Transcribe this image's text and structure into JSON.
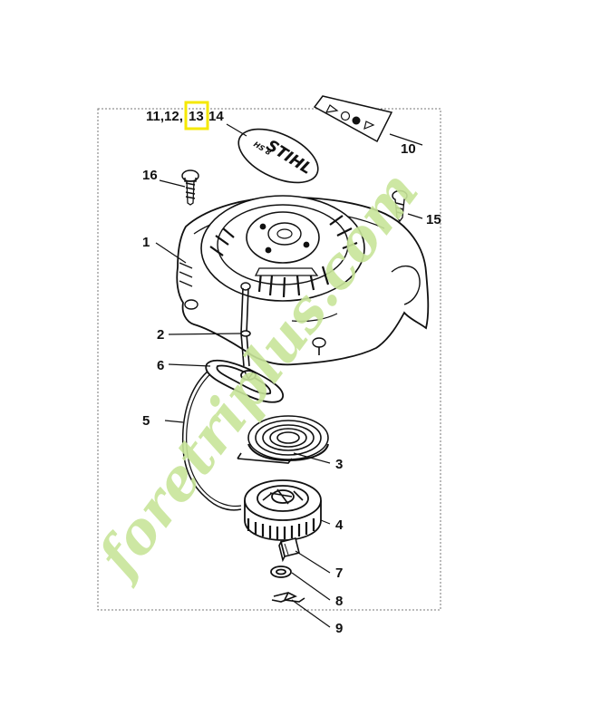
{
  "diagram": {
    "highlight_color": "#f5e800",
    "watermark_color": "#c8e59a",
    "callouts": {
      "c1": "1",
      "c2": "2",
      "c3": "3",
      "c4": "4",
      "c5": "5",
      "c6": "6",
      "c7": "7",
      "c8": "8",
      "c9": "9",
      "c10": "10",
      "c15": "15",
      "c16": "16"
    },
    "top_label": {
      "prefix": "11,12,",
      "highlighted": "13",
      "suffix": "14"
    },
    "cap_logo": {
      "brand": "STIHL",
      "model": "HS 8"
    },
    "watermark": "foretriplus.com"
  }
}
